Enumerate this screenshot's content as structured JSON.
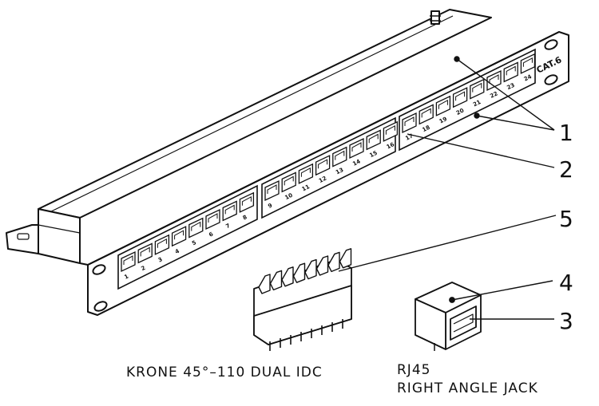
{
  "panel": {
    "category_label": "CAT.6",
    "port_numbers": [
      "1",
      "2",
      "3",
      "4",
      "5",
      "6",
      "7",
      "8",
      "9",
      "10",
      "11",
      "12",
      "13",
      "14",
      "15",
      "16",
      "17",
      "18",
      "19",
      "20",
      "21",
      "22",
      "23",
      "24"
    ]
  },
  "callouts": [
    {
      "id": "1",
      "label": "1"
    },
    {
      "id": "2",
      "label": "2"
    },
    {
      "id": "3",
      "label": "3"
    },
    {
      "id": "4",
      "label": "4"
    },
    {
      "id": "5",
      "label": "5"
    }
  ],
  "captions": {
    "idc": "KRONE 45°–110 DUAL IDC",
    "jack_line1": "RJ45",
    "jack_line2": "RIGHT ANGLE JACK"
  }
}
